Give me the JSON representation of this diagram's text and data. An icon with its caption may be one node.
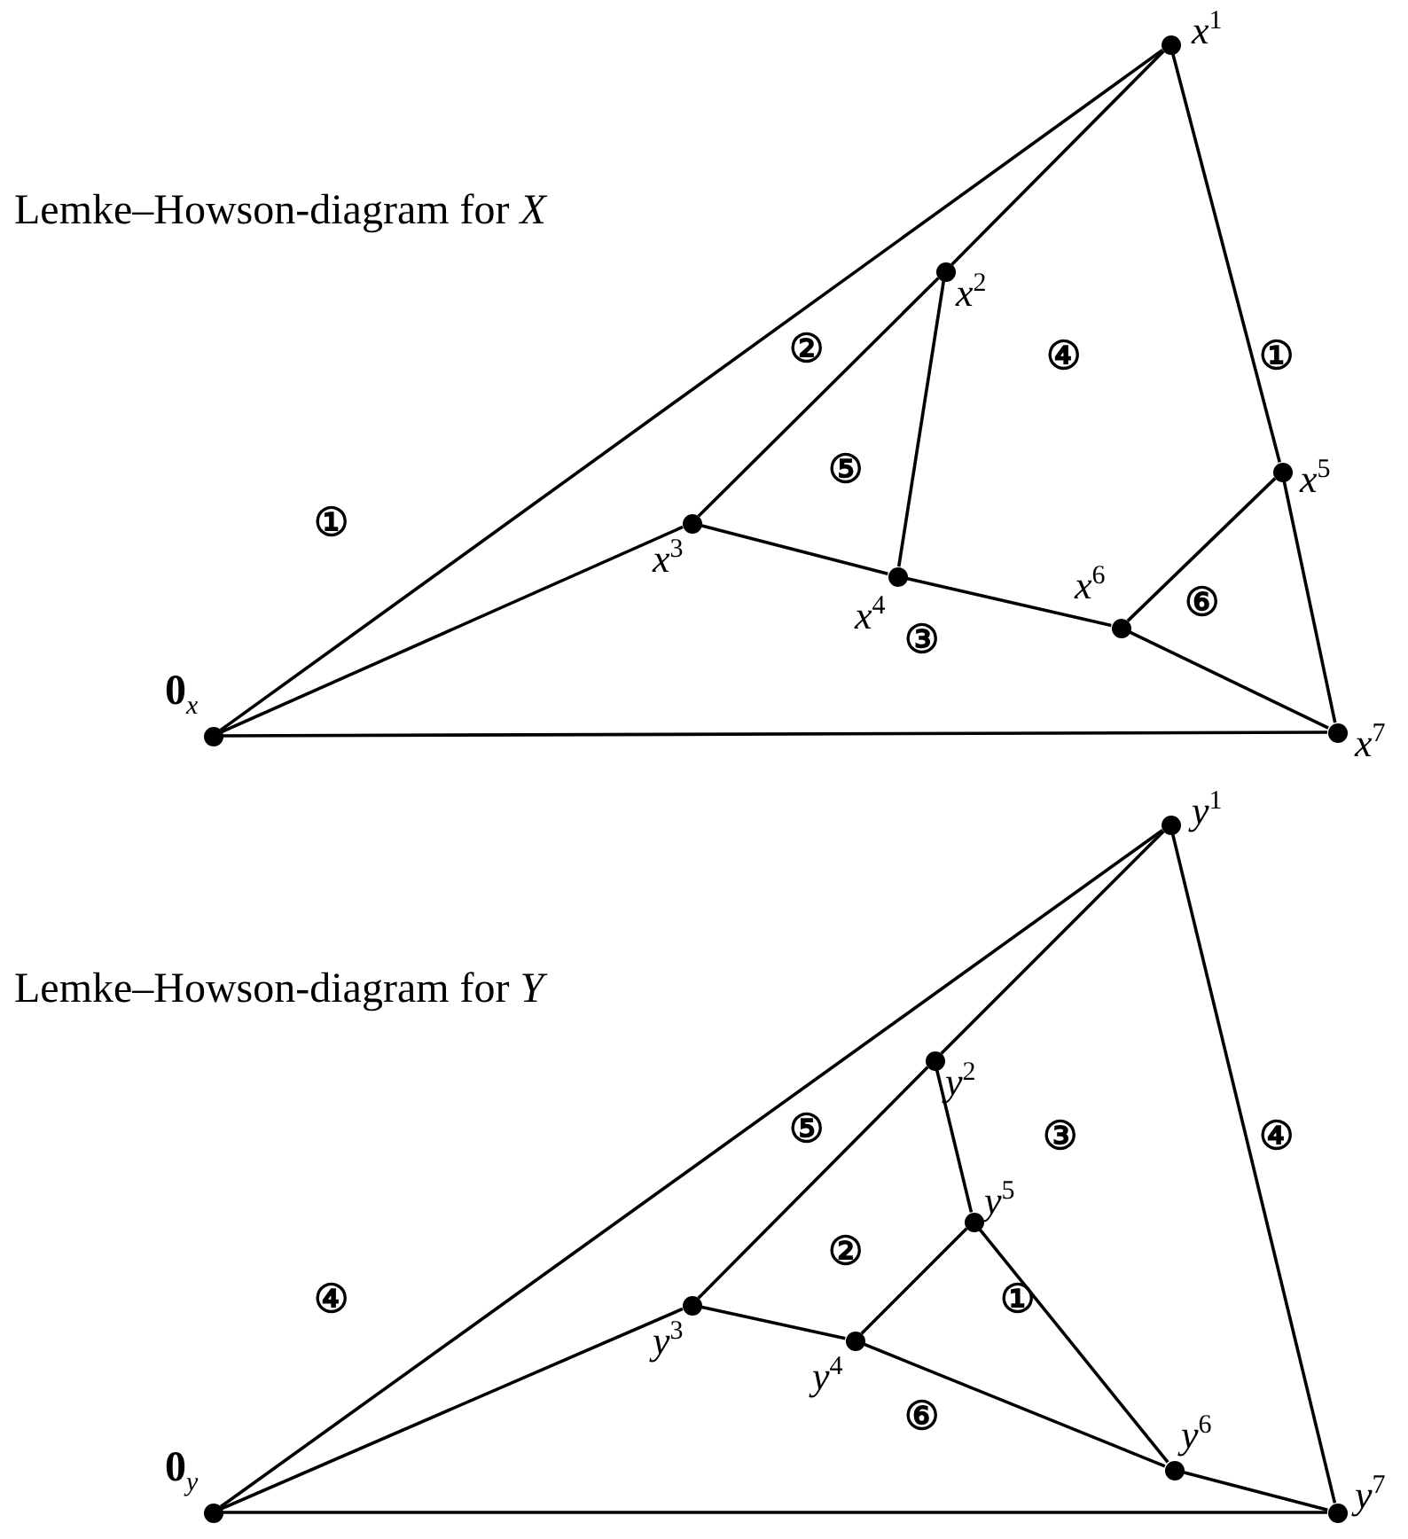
{
  "diagram": {
    "nodes": [
      {
        "text": [],
        "shape": "circle",
        "beside": [
          "**0**$_{x}$"
        ]
      },
      {
        "text": [],
        "shape": "circle",
        "beside": [
          "*x*$^{1}$"
        ]
      },
      {
        "text": [],
        "shape": "circle",
        "beside": [
          "*x*$^{2}$"
        ]
      },
      {
        "text": [],
        "shape": "circle",
        "beside": [
          "*x*$^{3}$"
        ]
      },
      {
        "text": [],
        "shape": "circle",
        "beside": [
          "*x*$^{4}$"
        ]
      },
      {
        "text": [],
        "shape": "circle",
        "beside": [
          "*x*$^{5}$"
        ]
      },
      {
        "text": [],
        "shape": "circle",
        "beside": [
          "*x*$^{6}$"
        ]
      },
      {
        "text": [],
        "shape": "circle",
        "beside": [
          "*x*$^{7}$"
        ]
      },
      {
        "text": [],
        "shape": "circle",
        "beside": [
          "**0**$_{y}$"
        ]
      },
      {
        "text": [],
        "shape": "circle",
        "beside": [
          "*y*$^{1}$"
        ]
      },
      {
        "text": [],
        "shape": "circle",
        "beside": [
          "*y*$^{2}$"
        ]
      },
      {
        "text": [],
        "shape": "circle",
        "beside": [
          "*y*$^{3}$"
        ]
      },
      {
        "text": [],
        "shape": "circle",
        "beside": [
          "*y*$^{4}$"
        ]
      },
      {
        "text": [],
        "shape": "circle",
        "beside": [
          "*y*$^{5}$"
        ]
      },
      {
        "text": [],
        "shape": "circle",
        "beside": [
          "*y*$^{6}$"
        ]
      },
      {
        "text": [],
        "shape": "circle",
        "beside": [
          "*y*$^{7}$"
        ]
      }
    ],
    "edges": [
      {
        "from": 0,
        "to": 1,
        "arrow": "none"
      },
      {
        "from": 0,
        "to": 3,
        "arrow": "none"
      },
      {
        "from": 0,
        "to": 7,
        "arrow": "none"
      },
      {
        "from": 1,
        "to": 2,
        "arrow": "none"
      },
      {
        "from": 2,
        "to": 3,
        "arrow": "none"
      },
      {
        "from": 2,
        "to": 4,
        "arrow": "none"
      },
      {
        "from": 3,
        "to": 4,
        "arrow": "none"
      },
      {
        "from": 4,
        "to": 6,
        "arrow": "none"
      },
      {
        "from": 6,
        "to": 7,
        "arrow": "none"
      },
      {
        "from": 1,
        "to": 5,
        "arrow": "none"
      },
      {
        "from": 5,
        "to": 7,
        "arrow": "none"
      },
      {
        "from": 5,
        "to": 6,
        "arrow": "none"
      },
      {
        "from": 8,
        "to": 9,
        "arrow": "none"
      },
      {
        "from": 8,
        "to": 11,
        "arrow": "none"
      },
      {
        "from": 8,
        "to": 15,
        "arrow": "none"
      },
      {
        "from": 9,
        "to": 10,
        "arrow": "none"
      },
      {
        "from": 10,
        "to": 11,
        "arrow": "none"
      },
      {
        "from": 10,
        "to": 13,
        "arrow": "none"
      },
      {
        "from": 11,
        "to": 12,
        "arrow": "none"
      },
      {
        "from": 12,
        "to": 14,
        "arrow": "none"
      },
      {
        "from": 12,
        "to": 13,
        "arrow": "none"
      },
      {
        "from": 13,
        "to": 14,
        "arrow": "none"
      },
      {
        "from": 14,
        "to": 15,
        "arrow": "none"
      },
      {
        "from": 9,
        "to": 15,
        "arrow": "none"
      }
    ],
    "labels": [
      "Lemke–Howson-diagram for *X*",
      "②",
      "④",
      "①",
      "①",
      "⑤",
      "⑥",
      "③",
      "Lemke–Howson-diagram for *Y*",
      "⑤",
      "③",
      "④",
      "④",
      "②",
      "①",
      "⑥"
    ]
  }
}
